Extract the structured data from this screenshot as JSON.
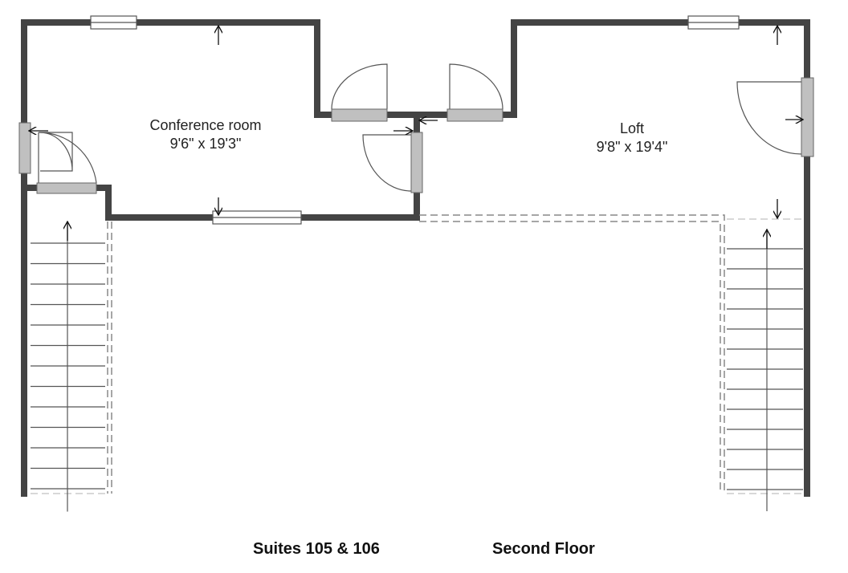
{
  "rooms": [
    {
      "name": "Conference room",
      "dimensions": "9'6\" x 19'3\""
    },
    {
      "name": "Loft",
      "dimensions": "9'8\" x 19'4\""
    }
  ],
  "footer": {
    "suite": "Suites 105 & 106",
    "floor": "Second Floor"
  },
  "colors": {
    "wall": "#444444",
    "door": "#c0c0c0"
  }
}
